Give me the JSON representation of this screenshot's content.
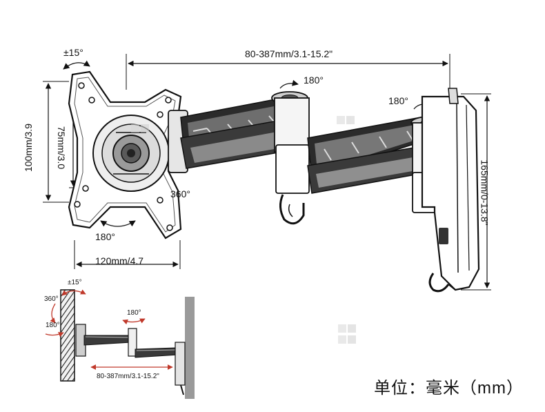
{
  "dimensions": {
    "arm_extension": "80-387mm/3.1-15.2\"",
    "wall_plate_height": "165mm/0-13.8\"",
    "vesa_height": "100mm/3.9",
    "vesa_small_height": "75mm/3.0",
    "vesa_width": "120mm/4.7"
  },
  "rotations": {
    "tilt": "±15°",
    "arm_swivel": "180°",
    "wall_swivel": "180°",
    "plate_rotation": "360°",
    "plate_swivel": "180°"
  },
  "side_view": {
    "tilt": "±15°",
    "rotation": "360°",
    "swivel_left": "180°",
    "swivel_arm": "180°",
    "extension": "80-387mm/3.1-15.2\""
  },
  "unit_note": "单位：毫米（mm）"
}
